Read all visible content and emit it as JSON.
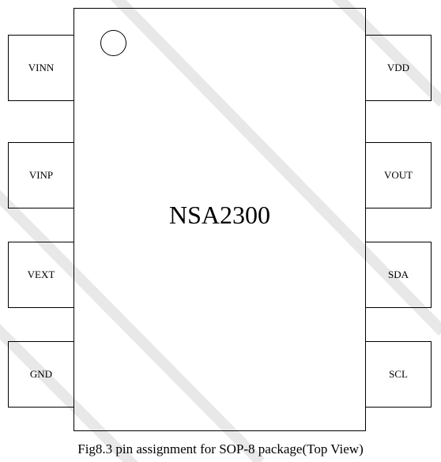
{
  "chip": {
    "name": "NSA2300"
  },
  "pins": {
    "left": [
      "VINN",
      "VINP",
      "VEXT",
      "GND"
    ],
    "right": [
      "VDD",
      "VOUT",
      "SDA",
      "SCL"
    ]
  },
  "caption": "Fig8.3 pin assignment for SOP-8 package(Top View)",
  "colors": {
    "line": "#000000",
    "watermark": "#e6e6e6"
  }
}
